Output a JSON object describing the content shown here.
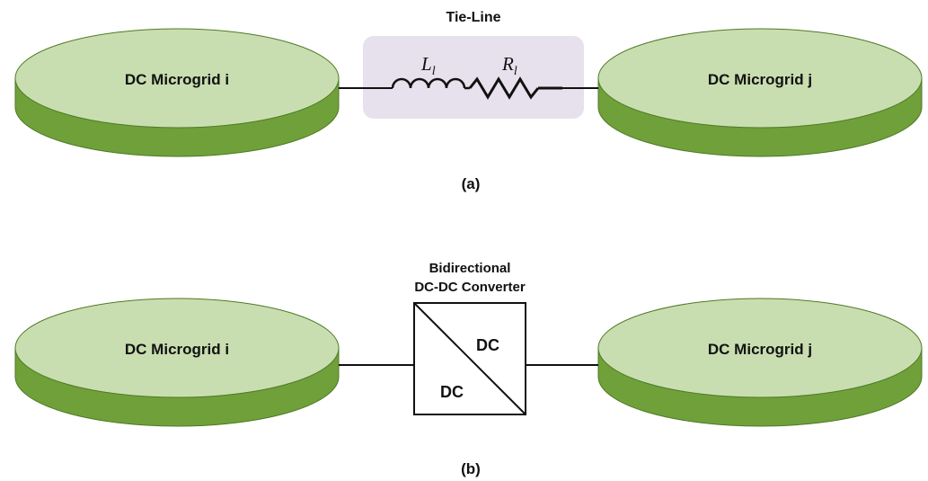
{
  "diagram_a": {
    "left_node": "DC Microgrid i",
    "right_node": "DC Microgrid j",
    "tie_line_title": "Tie-Line",
    "inductor_symbol": "L",
    "inductor_subscript": "l",
    "resistor_symbol": "R",
    "resistor_subscript": "l",
    "caption": "(a)"
  },
  "diagram_b": {
    "left_node": "DC Microgrid i",
    "right_node": "DC Microgrid j",
    "converter_title_line1": "Bidirectional",
    "converter_title_line2": "DC-DC Converter",
    "converter_top_label": "DC",
    "converter_bottom_label": "DC",
    "caption": "(b)"
  },
  "colors": {
    "disk_top": "#c9deb0",
    "disk_side": "#70a03a",
    "disk_stroke": "#4e7a24",
    "tie_line_box": "#e6e1ec",
    "line": "#111111"
  }
}
